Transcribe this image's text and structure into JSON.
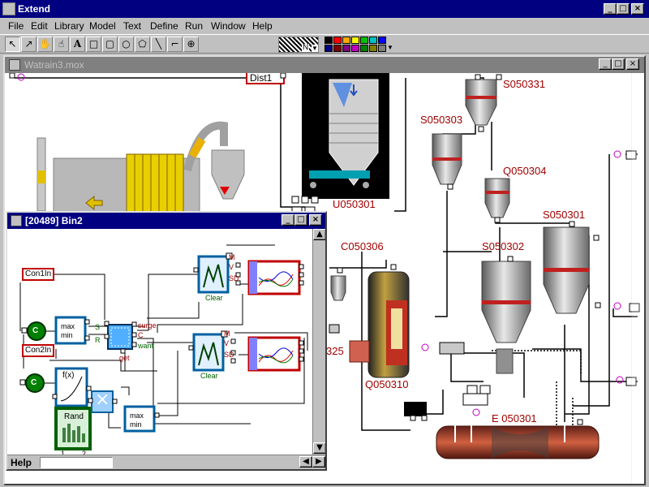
{
  "app": {
    "title": "Extend"
  },
  "menu": [
    "File",
    "Edit",
    "Library",
    "Model",
    "Text",
    "Define",
    "Run",
    "Window",
    "Help"
  ],
  "toolbar": {
    "tools": [
      "arrow-tool",
      "link-tool",
      "hand-tool",
      "clone-tool",
      "text-tool",
      "rectangle-tool",
      "rounded-rect-tool",
      "oval-tool",
      "polygon-tool",
      "line-tool",
      "connector-tool",
      "zoom-tool"
    ],
    "pattern_label": "N",
    "palette": [
      "#000000",
      "#ff0000",
      "#ffa500",
      "#ffff00",
      "#00c000",
      "#00c0c0",
      "#0000ff",
      "#ffffff",
      "#800000",
      "#800080",
      "#c000c0",
      "#008000",
      "#808000",
      "#808080"
    ]
  },
  "model_window": {
    "title": "Watrain3.mox",
    "labels": {
      "dist1": "Dist1",
      "s050331": "S050331",
      "s050303": "S050303",
      "q050304": "Q050304",
      "u050301": "U050301",
      "s050301": "S050301",
      "c050306": "C050306",
      "s050302": "S050302",
      "partial_325": "325",
      "q050310": "Q050310",
      "e050301": "E 050301"
    }
  },
  "bin_window": {
    "title": "[20489]   Bin2",
    "inputs": {
      "con1": "Con1In",
      "con2": "Con2In"
    },
    "blocks": {
      "c1": "C",
      "c2": "C",
      "maxmin1_top": "max",
      "maxmin1_bot": "min",
      "maxmin2_top": "max",
      "maxmin2_bot": "min",
      "fx": "f(x)",
      "rand": "Rand",
      "mult": "×"
    },
    "ports": {
      "s": "S",
      "r": "R",
      "surge": "surge",
      "c_out": "C",
      "want": "want",
      "get": "get",
      "m1": "M",
      "v1": "V",
      "sd1": "SD",
      "m2": "M",
      "v2": "V",
      "sd2": "SD",
      "clear1": "Clear",
      "clear2": "Clear",
      "rand_1": "1",
      "rand_2": "2"
    },
    "help_label": "Help",
    "help_value": ""
  },
  "window_buttons": {
    "minimize": "_",
    "maximize": "□",
    "close": "×"
  }
}
